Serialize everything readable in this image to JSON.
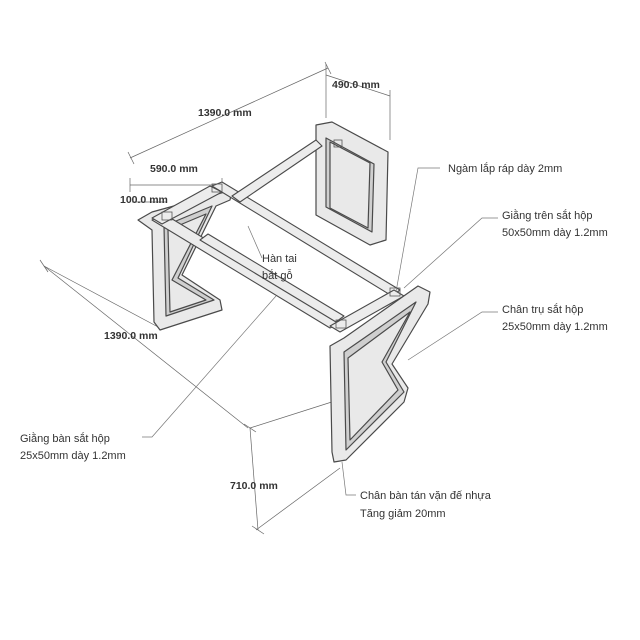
{
  "dimensions": {
    "top_length": "1390.0 mm",
    "top_depth": "490.0 mm",
    "inner_span": "590.0 mm",
    "offset": "100.0 mm",
    "side_length": "1390.0 mm",
    "height": "710.0 mm"
  },
  "callouts": {
    "bracket": "Ngàm lắp ráp dày 2mm",
    "top_rail_line1": "Giằng trên sắt hộp",
    "top_rail_line2": "50x50mm dày 1.2mm",
    "weld_line1": "Hàn tai",
    "weld_line2": "bắt gỗ",
    "leg_line1": "Chân trụ sắt hộp",
    "leg_line2": "25x50mm dày 1.2mm",
    "brace_line1": "Giằng bàn sắt hộp",
    "brace_line2": "25x50mm dày 1.2mm",
    "foot_line1": "Chân bàn tán vặn đế nhựa",
    "foot_line2": "Tăng giảm 20mm"
  }
}
